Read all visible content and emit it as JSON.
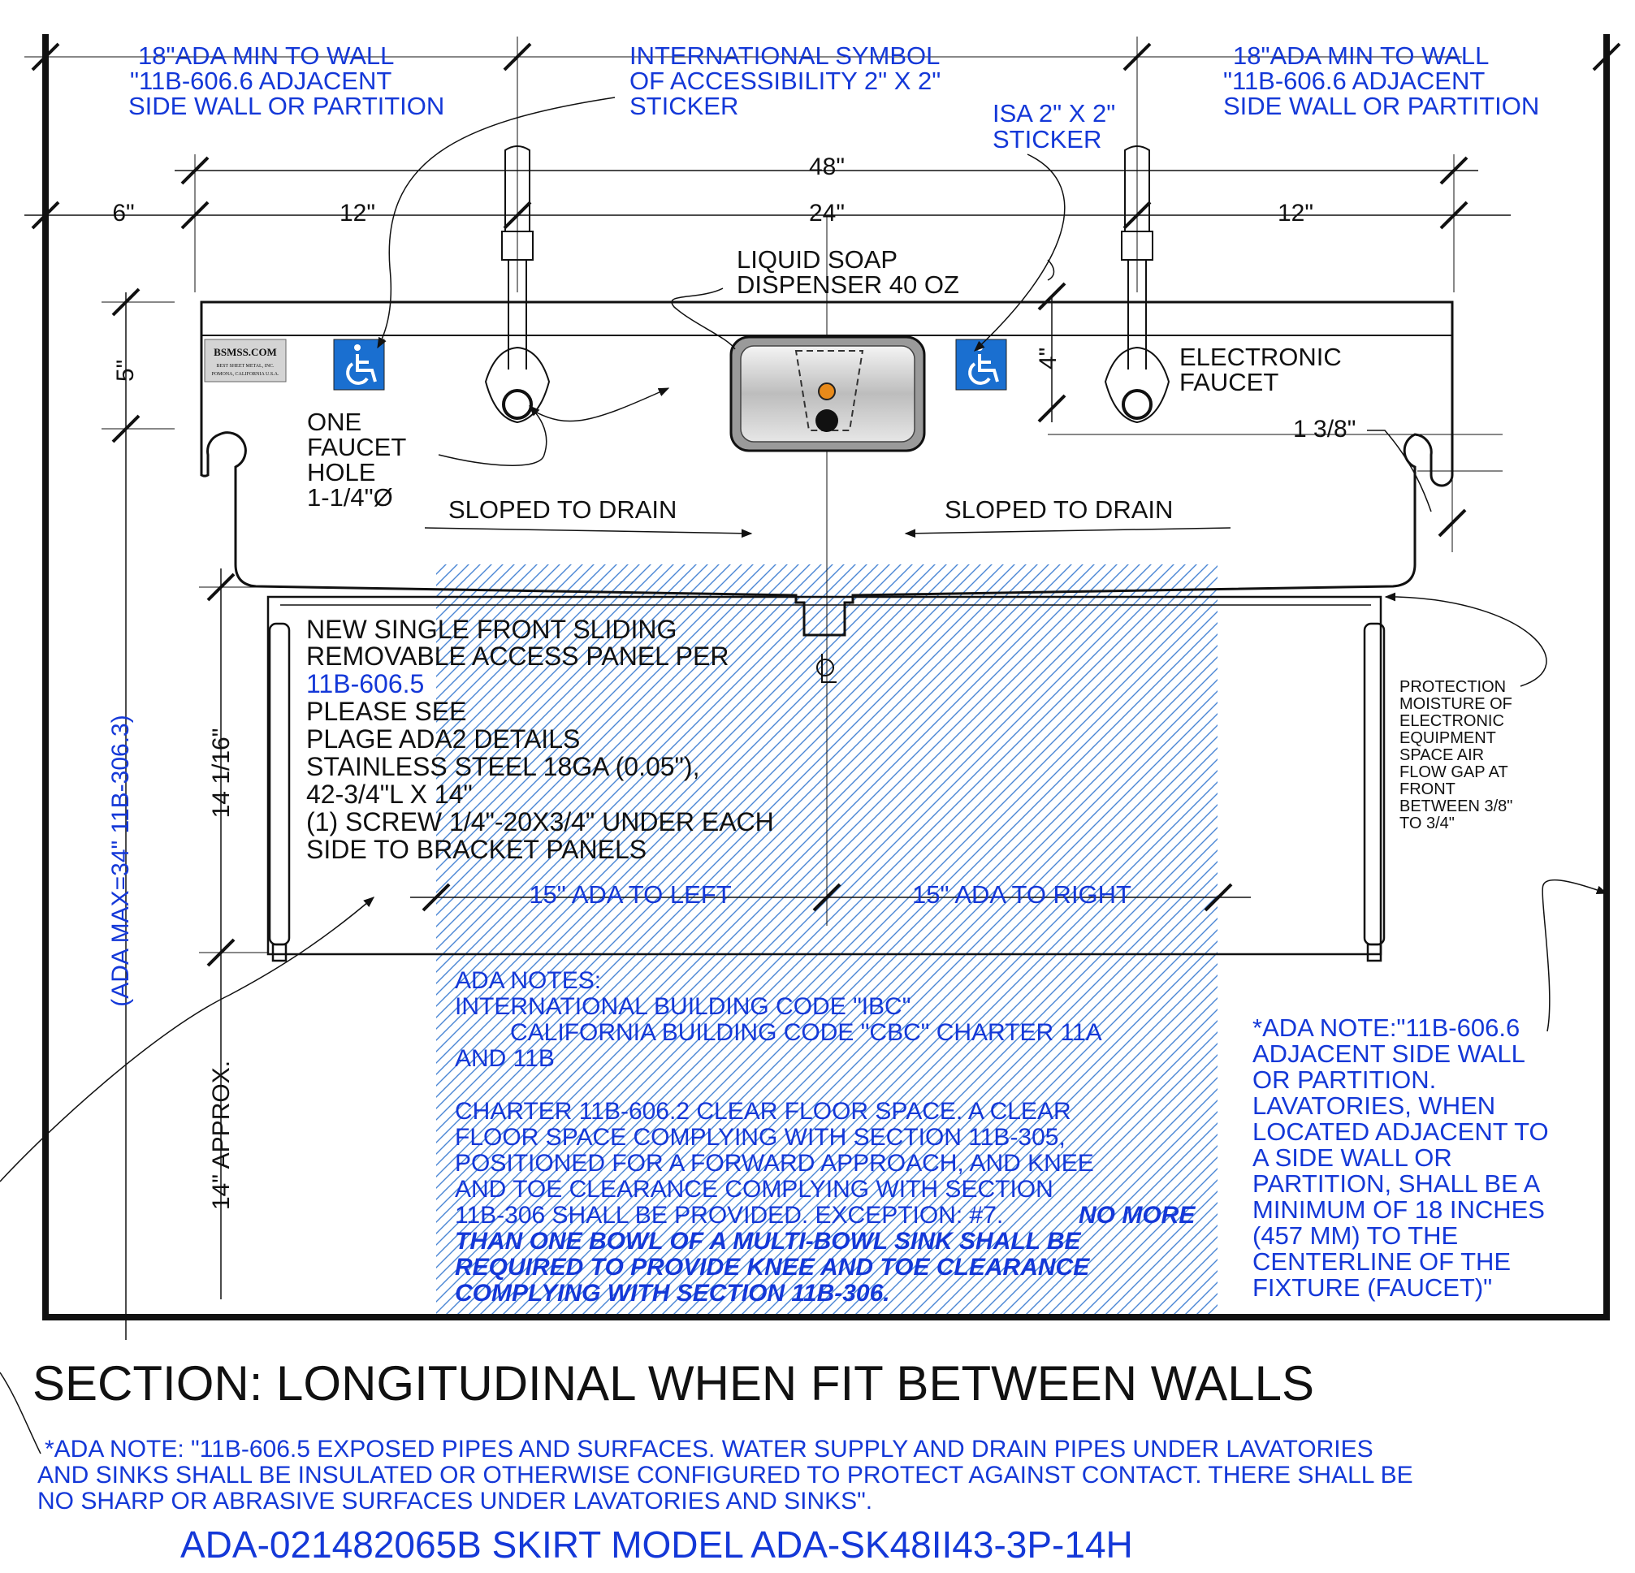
{
  "colors": {
    "ink": "#111111",
    "note_blue": "#1438d8",
    "hatch_blue": "#4a86d4",
    "isa_blue": "#1a6fd0"
  },
  "icons": {
    "accessibility": "wheelchair-accessibility-icon",
    "centerline": "centerline-symbol-icon"
  },
  "notes": {
    "left_wall": [
      "18\"ADA MIN TO WALL",
      "\"11B-606.6 ADJACENT",
      "SIDE WALL OR PARTITION"
    ],
    "right_wall": [
      "18\"ADA MIN TO WALL",
      "\"11B-606.6 ADJACENT",
      "SIDE WALL OR PARTITION"
    ],
    "isa_sticker_long": [
      "INTERNATIONAL SYMBOL",
      "OF ACCESSIBILITY 2\" X 2\"",
      "STICKER"
    ],
    "isa_sticker_short": [
      "ISA 2\" X 2\"",
      "STICKER"
    ],
    "soap": [
      "LIQUID SOAP",
      "DISPENSER 40 OZ"
    ],
    "faucet": [
      "ELECTRONIC",
      "FAUCET"
    ],
    "faucet_hole": [
      "ONE",
      "FAUCET",
      "HOLE",
      "1-1/4\"Ø"
    ],
    "sloped_left": "SLOPED TO DRAIN",
    "sloped_right": "SLOPED TO DRAIN",
    "panel": [
      "NEW SINGLE FRONT SLIDING",
      "REMOVABLE ACCESS PANEL PER",
      "11B-606.5",
      "PLEASE SEE",
      "PLAGE ADA2 DETAILS",
      "STAINLESS STEEL 18GA (0.05\"),",
      "42-3/4\"L X 14\"",
      "(1) SCREW 1/4\"-20X3/4\" UNDER EACH",
      "SIDE TO BRACKET PANELS"
    ],
    "protection": [
      "PROTECTION",
      "MOISTURE OF",
      "ELECTRONIC",
      "EQUIPMENT",
      "SPACE AIR",
      "FLOW GAP AT",
      "FRONT",
      "BETWEEN 3/8\"",
      "TO 3/4\""
    ],
    "ada_notes": [
      "ADA NOTES:",
      "INTERNATIONAL BUILDING CODE \"IBC\"",
      "CALIFORNIA BUILDING CODE \"CBC\" CHARTER 11A",
      "AND 11B",
      "CHARTER 11B-606.2 CLEAR FLOOR SPACE. A CLEAR",
      "FLOOR SPACE COMPLYING WITH SECTION 11B-305,",
      "POSITIONED FOR A FORWARD APPROACH, AND KNEE",
      "AND TOE CLEARANCE COMPLYING WITH SECTION",
      "11B-306 SHALL BE PROVIDED. EXCEPTION: #7."
    ],
    "ada_notes_emphasis": [
      "NO MORE",
      "THAN ONE BOWL OF A MULTI-BOWL SINK SHALL BE",
      "REQUIRED TO PROVIDE KNEE AND TOE CLEARANCE",
      "COMPLYING WITH SECTION 11B-306."
    ],
    "side_wall_note": [
      "*ADA NOTE:\"11B-606.6",
      "ADJACENT SIDE WALL",
      "OR PARTITION.",
      "LAVATORIES, WHEN",
      "LOCATED ADJACENT TO",
      "A SIDE WALL OR",
      "PARTITION, SHALL BE A",
      "MINIMUM OF 18 INCHES",
      "(457 MM) TO THE",
      "CENTERLINE OF THE",
      "FIXTURE (FAUCET)\""
    ]
  },
  "dims": {
    "overall": "48\"",
    "wall_offset": "6\"",
    "left": "12\"",
    "center": "24\"",
    "right": "12\"",
    "deck": "5\"",
    "isa_height": "4\"",
    "rim": "1 3/8\"",
    "skirt": "14 1/16\"",
    "knee": "14\" APPROX.",
    "ada_max": "(ADA MAX=34\" 11B-306.3)",
    "ada_left": "15\" ADA TO LEFT",
    "ada_right": "15\" ADA TO RIGHT"
  },
  "logo": {
    "brand": "BSMSS.COM",
    "line1": "BEST SHEET METAL, INC.",
    "line2": "POMONA, CALIFORNIA U.S.A."
  },
  "section_title": "SECTION: LONGITUDINAL WHEN FIT BETWEEN WALLS",
  "bottom_note": [
    "*ADA NOTE: \"11B-606.5 EXPOSED PIPES AND SURFACES. WATER SUPPLY AND DRAIN PIPES UNDER LAVATORIES",
    "AND SINKS SHALL BE INSULATED OR OTHERWISE CONFIGURED TO PROTECT AGAINST CONTACT. THERE SHALL BE",
    "NO SHARP OR ABRASIVE SURFACES UNDER LAVATORIES AND SINKS\"."
  ],
  "model": "ADA-021482065B SKIRT MODEL ADA-SK48II43-3P-14H"
}
